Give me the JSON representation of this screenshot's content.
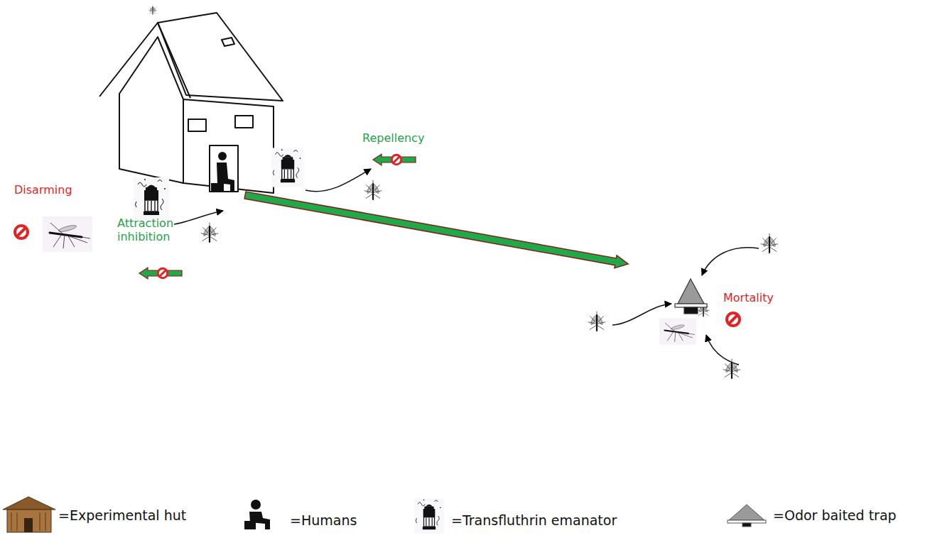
{
  "diagram": {
    "labels": [
      "Repellency",
      "Disarming",
      "Attraction inhibition",
      "Mortality"
    ],
    "legend": [
      {
        "text": "=Experimental hut"
      },
      {
        "text": "=Humans"
      },
      {
        "text": "=Transfluthrin emanator"
      },
      {
        "text": "=Odor baited trap"
      }
    ]
  }
}
